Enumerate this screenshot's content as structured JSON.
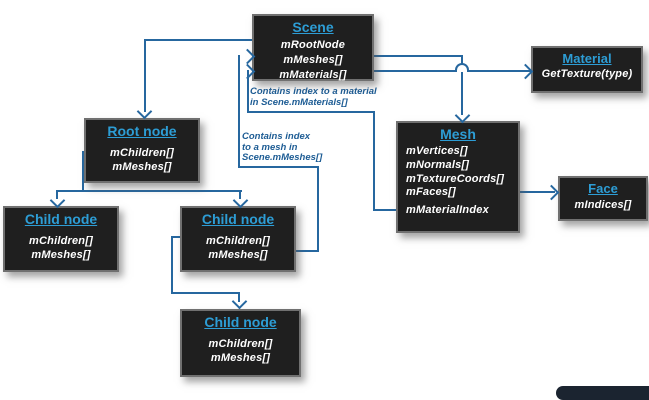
{
  "colors": {
    "box_background": "#1f1f1f",
    "box_border": "#707070",
    "title_accent": "#2d9dd5",
    "item_text": "#ffffff",
    "connector_line": "#26679f",
    "annotation_text": "#1d5c94",
    "bottom_bar": "#1b2430"
  },
  "nodes": {
    "scene": {
      "title": "Scene",
      "items": [
        "mRootNode",
        "mMeshes[]",
        "mMaterials[]"
      ]
    },
    "material": {
      "title": "Material",
      "items": [
        "GetTexture(type)"
      ]
    },
    "root": {
      "title": "Root node",
      "items": [
        "mChildren[]",
        "mMeshes[]"
      ]
    },
    "mesh": {
      "title": "Mesh",
      "items": [
        "mVertices[]",
        "mNormals[]",
        "mTextureCoords[]",
        "mFaces[]",
        "mMaterialIndex"
      ]
    },
    "face": {
      "title": "Face",
      "items": [
        "mIndices[]"
      ]
    },
    "child1": {
      "title": "Child node",
      "items": [
        "mChildren[]",
        "mMeshes[]"
      ]
    },
    "child2": {
      "title": "Child node",
      "items": [
        "mChildren[]",
        "mMeshes[]"
      ]
    },
    "child3": {
      "title": "Child node",
      "items": [
        "mChildren[]",
        "mMeshes[]"
      ]
    }
  },
  "annotations": {
    "material_note": {
      "line1": "Contains index to a material",
      "line2": "in Scene.mMaterials[]"
    },
    "mesh_note": {
      "line1": "Contains index",
      "line2": "to a mesh in",
      "line3": "Scene.mMeshes[]"
    }
  }
}
